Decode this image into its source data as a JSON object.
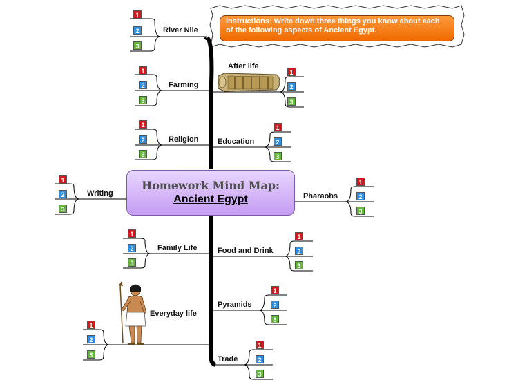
{
  "instructions": "Instructions: Write down three things you know about each of the following aspects of Ancient Egypt.",
  "center": {
    "line1": "Homework Mind Map:",
    "line2": "Ancient Egypt"
  },
  "numbers": [
    "1",
    "2",
    "3"
  ],
  "branches": {
    "river_nile": "River Nile",
    "farming": "Farming",
    "religion": "Religion",
    "writing": "Writing",
    "family_life": "Family Life",
    "everyday_life": "Everyday life",
    "after_life": "After life",
    "education": "Education",
    "pharaohs": "Pharaohs",
    "food_and_drink": "Food and Drink",
    "pyramids": "Pyramids",
    "trade": "Trade"
  },
  "colors": {
    "one": "#d0191c",
    "two": "#2f8fe0",
    "three": "#63b83b",
    "center_fill": "#d9bcff",
    "instructions_fill": "#f47c1a"
  },
  "icons": [
    "sarcophagus-icon",
    "egyptian-figure-icon"
  ]
}
